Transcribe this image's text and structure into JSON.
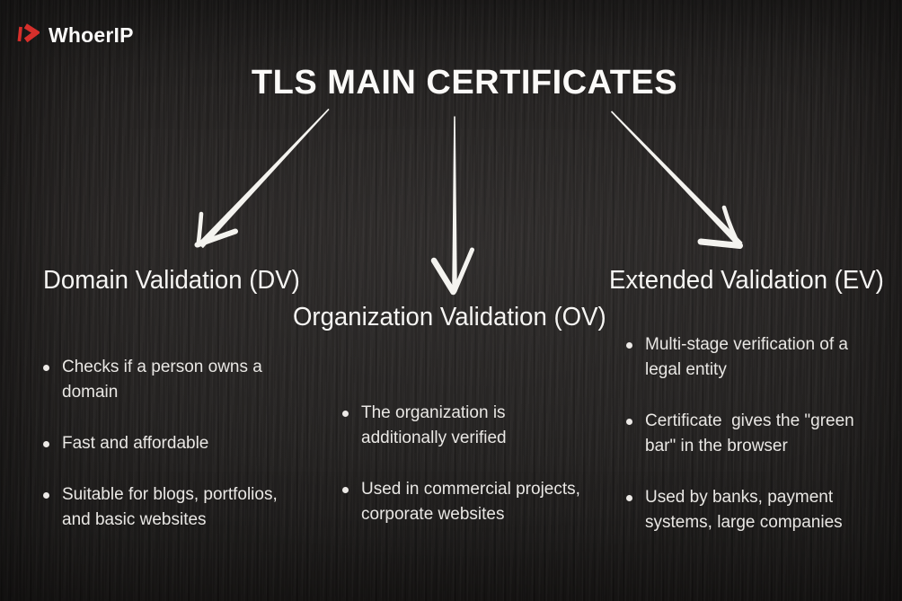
{
  "header": {
    "brand": "WhoerIP",
    "logo_icon": "whoerip-play-icon"
  },
  "title": "TLS MAIN CERTIFICATES",
  "colors": {
    "background": "#242120",
    "heading_text": "#f6f5f3",
    "body_text": "#e9e7e4",
    "brand_red": "#d62f2b",
    "arrow": "#f4f3ef"
  },
  "columns": [
    {
      "heading": "Domain Validation (DV)",
      "bullets": [
        [
          "Checks if a person owns a",
          "domain"
        ],
        [
          "Fast and affordable"
        ],
        [
          "Suitable for blogs, portfolios,",
          "and basic websites"
        ]
      ]
    },
    {
      "heading": "Organization Validation (OV)",
      "bullets": [
        [
          "The organization is",
          "additionally verified"
        ],
        [
          "Used in commercial projects,",
          "corporate websites"
        ]
      ]
    },
    {
      "heading": "Extended Validation (EV)",
      "bullets": [
        [
          "Multi-stage verification of a",
          "legal entity"
        ],
        [
          "Certificate  gives the \"green",
          "bar\" in the browser"
        ],
        [
          "Used by banks, payment",
          "systems, large companies"
        ]
      ]
    }
  ]
}
